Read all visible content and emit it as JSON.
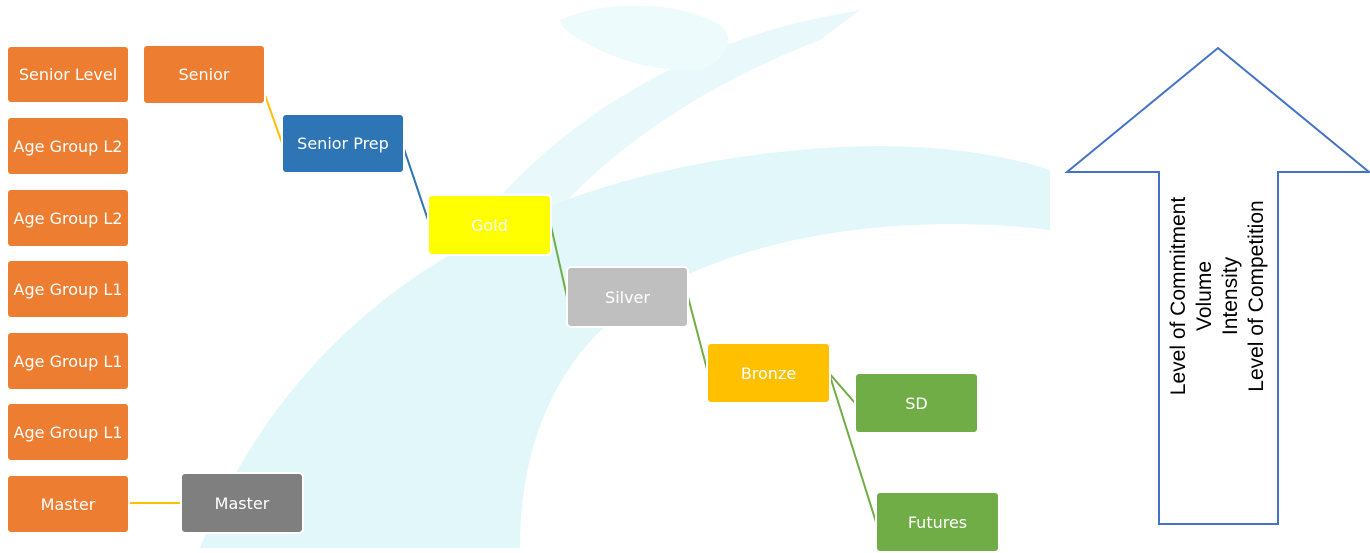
{
  "colors": {
    "orange": "#ed7d31",
    "blue": "#2e75b6",
    "yellow": "#ffff00",
    "silver": "#bfbfbf",
    "bronze": "#ffc000",
    "green": "#70ad47",
    "gray": "#7f7f7f",
    "connector_orange": "#ffc000",
    "connector_blue": "#2e75b6",
    "connector_green": "#70ad47",
    "arrow_outline": "#4472c4",
    "watermark": "#dff6f9"
  },
  "levels": [
    {
      "label": "Senior Level"
    },
    {
      "label": "Age Group L2"
    },
    {
      "label": "Age Group L2"
    },
    {
      "label": "Age Group L1"
    },
    {
      "label": "Age Group L1"
    },
    {
      "label": "Age Group L1"
    },
    {
      "label": "Master"
    }
  ],
  "squads": {
    "senior": "Senior",
    "senior_prep": "Senior Prep",
    "gold": "Gold",
    "silver": "Silver",
    "bronze": "Bronze",
    "sd": "SD",
    "futures": "Futures",
    "master": "Master"
  },
  "arrow": {
    "lines": [
      "Level of Commitment",
      "Volume",
      "Intensity",
      "Level of Competition"
    ]
  }
}
